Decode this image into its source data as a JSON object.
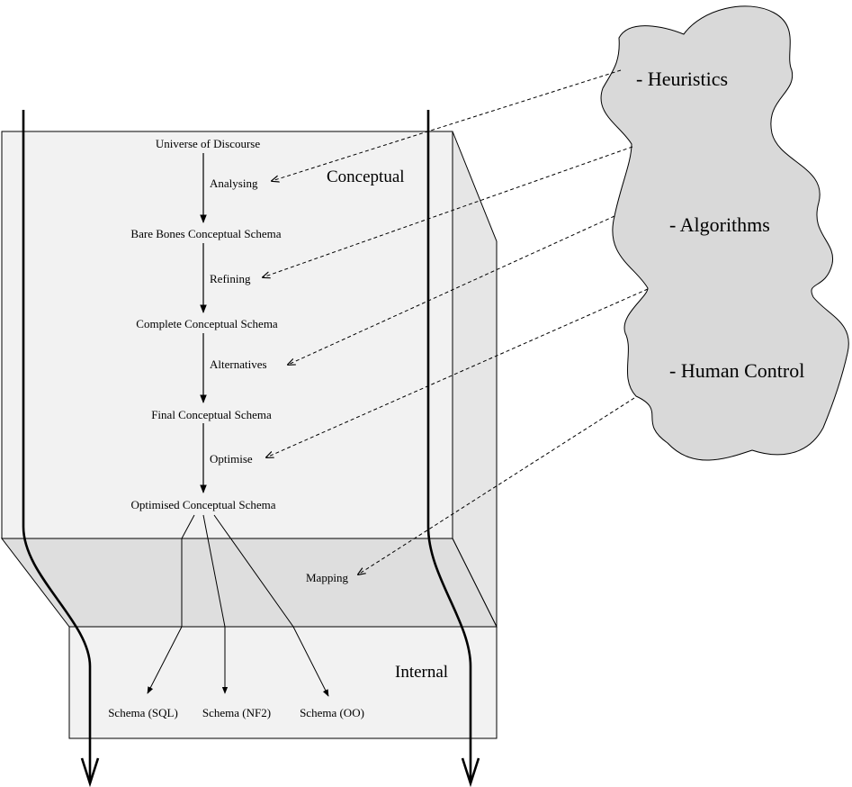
{
  "regions": {
    "conceptual": "Conceptual",
    "internal": "Internal"
  },
  "steps": [
    "Universe of Discourse",
    "Bare Bones Conceptual Schema",
    "Complete Conceptual Schema",
    "Final Conceptual Schema",
    "Optimised Conceptual Schema"
  ],
  "activities": [
    "Analysing",
    "Refining",
    "Alternatives",
    "Optimise",
    "Mapping"
  ],
  "schemas": [
    "Schema (SQL)",
    "Schema (NF2)",
    "Schema (OO)"
  ],
  "cloud": [
    "- Heuristics",
    "- Algorithms",
    "- Human Control"
  ],
  "colors": {
    "box_face": "#f2f2f2",
    "box_side": "#e6e6e6",
    "box_slant": "#dedede",
    "cloud": "#d9d9d9"
  }
}
